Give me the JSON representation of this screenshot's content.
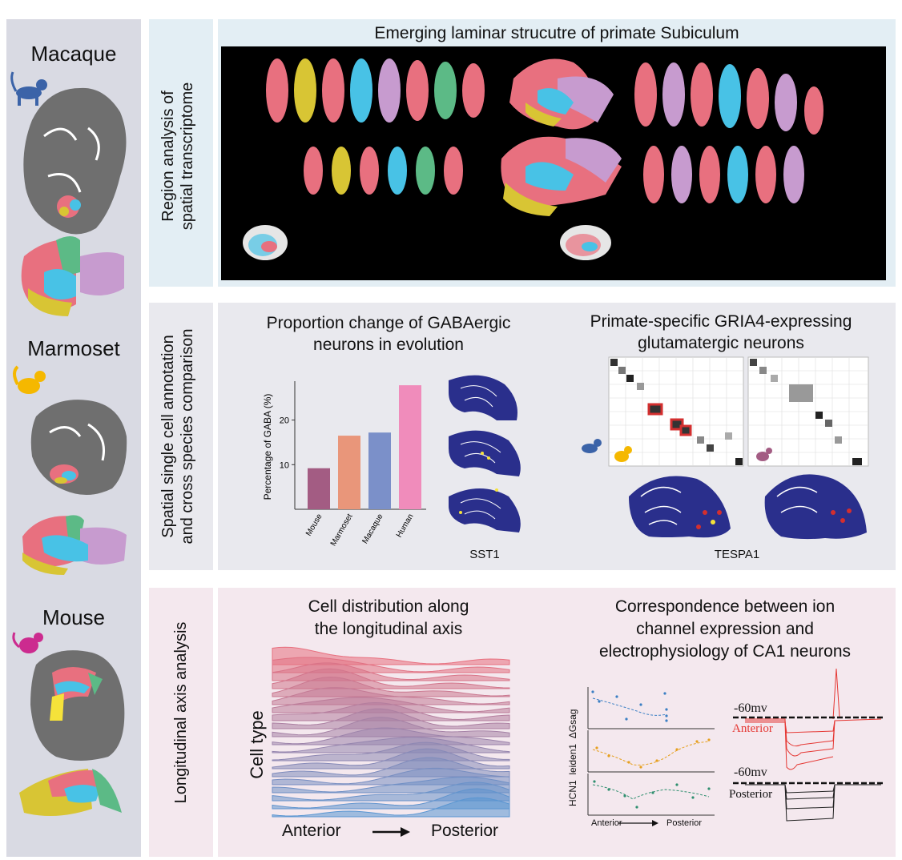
{
  "species": {
    "macaque": "Macaque",
    "marmoset": "Marmoset",
    "mouse": "Mouse"
  },
  "section1": {
    "side_label_line1": "Region analysis of",
    "side_label_line2": "spatial transcriptome",
    "title": "Emerging laminar strucutre of primate Subiculum"
  },
  "section2": {
    "side_label_line1": "Spatial single cell annotation",
    "side_label_line2": "and cross species comparison",
    "left_title_line1": "Proportion change of GABAergic",
    "left_title_line2": "neurons in evolution",
    "right_title_line1": "Primate-specific GRIA4-expressing",
    "right_title_line2": "glutamatergic neurons",
    "sst_label": "SST1",
    "tespa_label": "TESPA1"
  },
  "section3": {
    "side_label": "Longitudinal axis analysis",
    "left_title_line1": "Cell distribution along",
    "left_title_line2": "the longitudinal axis",
    "right_title_line1": "Correspondence between ion",
    "right_title_line2": "channel expression and",
    "right_title_line3": "electrophysiology of CA1 neurons",
    "cell_type_label": "Cell type",
    "anterior_label": "Anterior",
    "posterior_label": "Posterior",
    "small_anterior": "Anterior",
    "small_posterior": "Posterior",
    "y_labels": [
      "HCN1",
      "leiden1",
      "ΔGsag"
    ],
    "trace_voltage_top": "-60mv",
    "trace_voltage_bottom": "-60mv",
    "trace_anterior": "Anterior",
    "trace_posterior": "Posterior"
  },
  "colors": {
    "red_region": "#e8707f",
    "green_region": "#5cba86",
    "blue_region": "#48c2e6",
    "yellow_region": "#d8c534",
    "purple_region": "#c79bcf",
    "gray_brain": "#6f6f6f",
    "panel_blue": "#e3eef4",
    "panel_gray": "#e9e9ee",
    "panel_pink": "#f4e8ee",
    "left_column": "#d9dae3"
  },
  "chart_data": {
    "type": "bar",
    "categories": [
      "Mouse",
      "Marmoset",
      "Macaque",
      "Human"
    ],
    "values": [
      9.2,
      16.5,
      17.2,
      27.8
    ],
    "colors": [
      "#a35c83",
      "#e9967a",
      "#7b90c9",
      "#f08cbb"
    ],
    "ylabel": "Percentage of GABA (%)",
    "yticks": [
      10,
      20
    ],
    "ylim": [
      0,
      28
    ]
  }
}
